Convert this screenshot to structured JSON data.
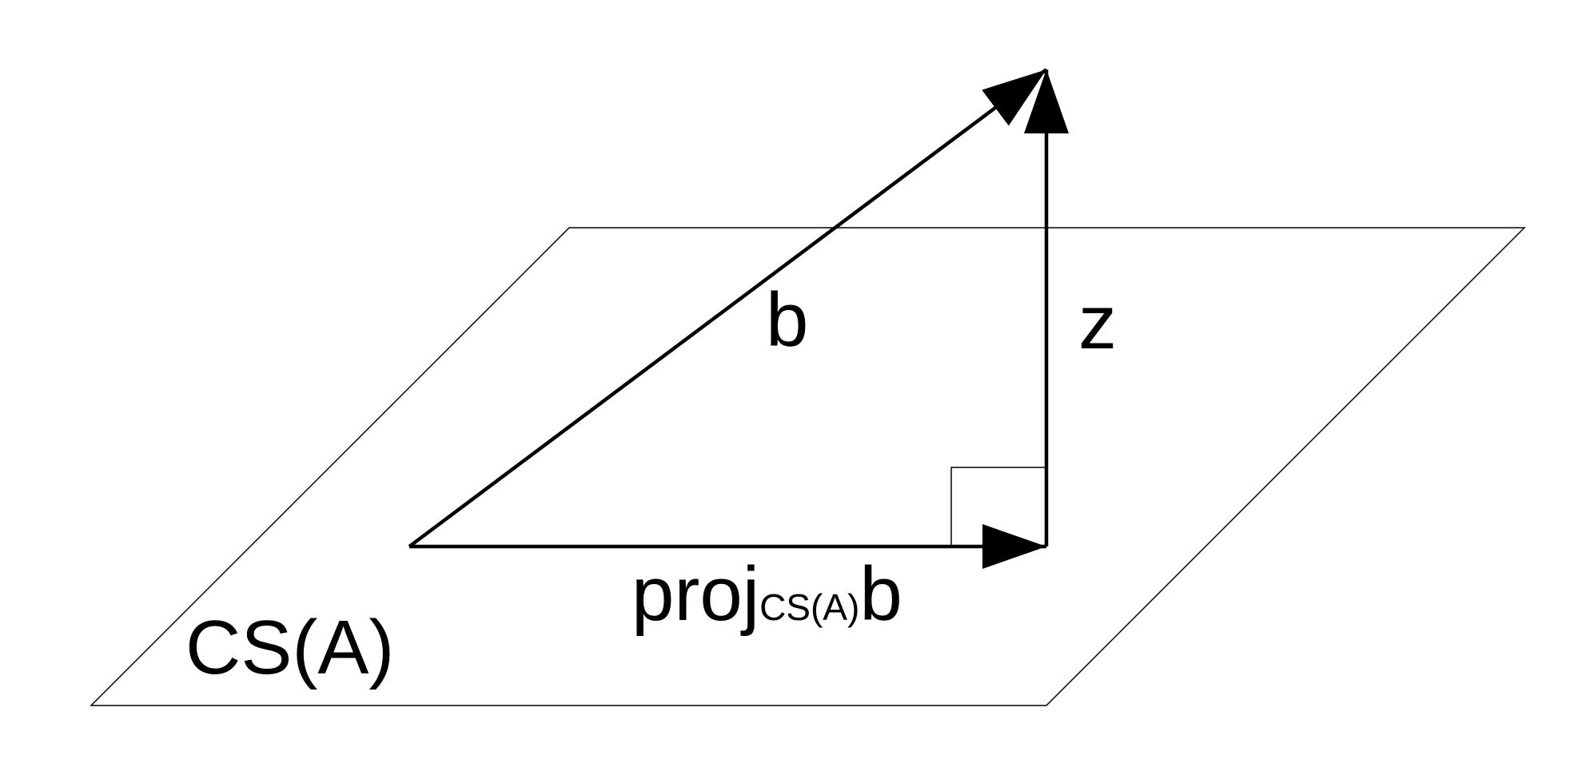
{
  "diagram": {
    "plane_label": "CS(A)",
    "vector_b_label": "b",
    "vector_z_label": "z",
    "projection_label": {
      "prefix": "proj",
      "subscript": "CS(A)",
      "suffix": "b"
    },
    "colors": {
      "background": "#ffffff",
      "stroke": "#000000",
      "text": "#000000"
    }
  }
}
